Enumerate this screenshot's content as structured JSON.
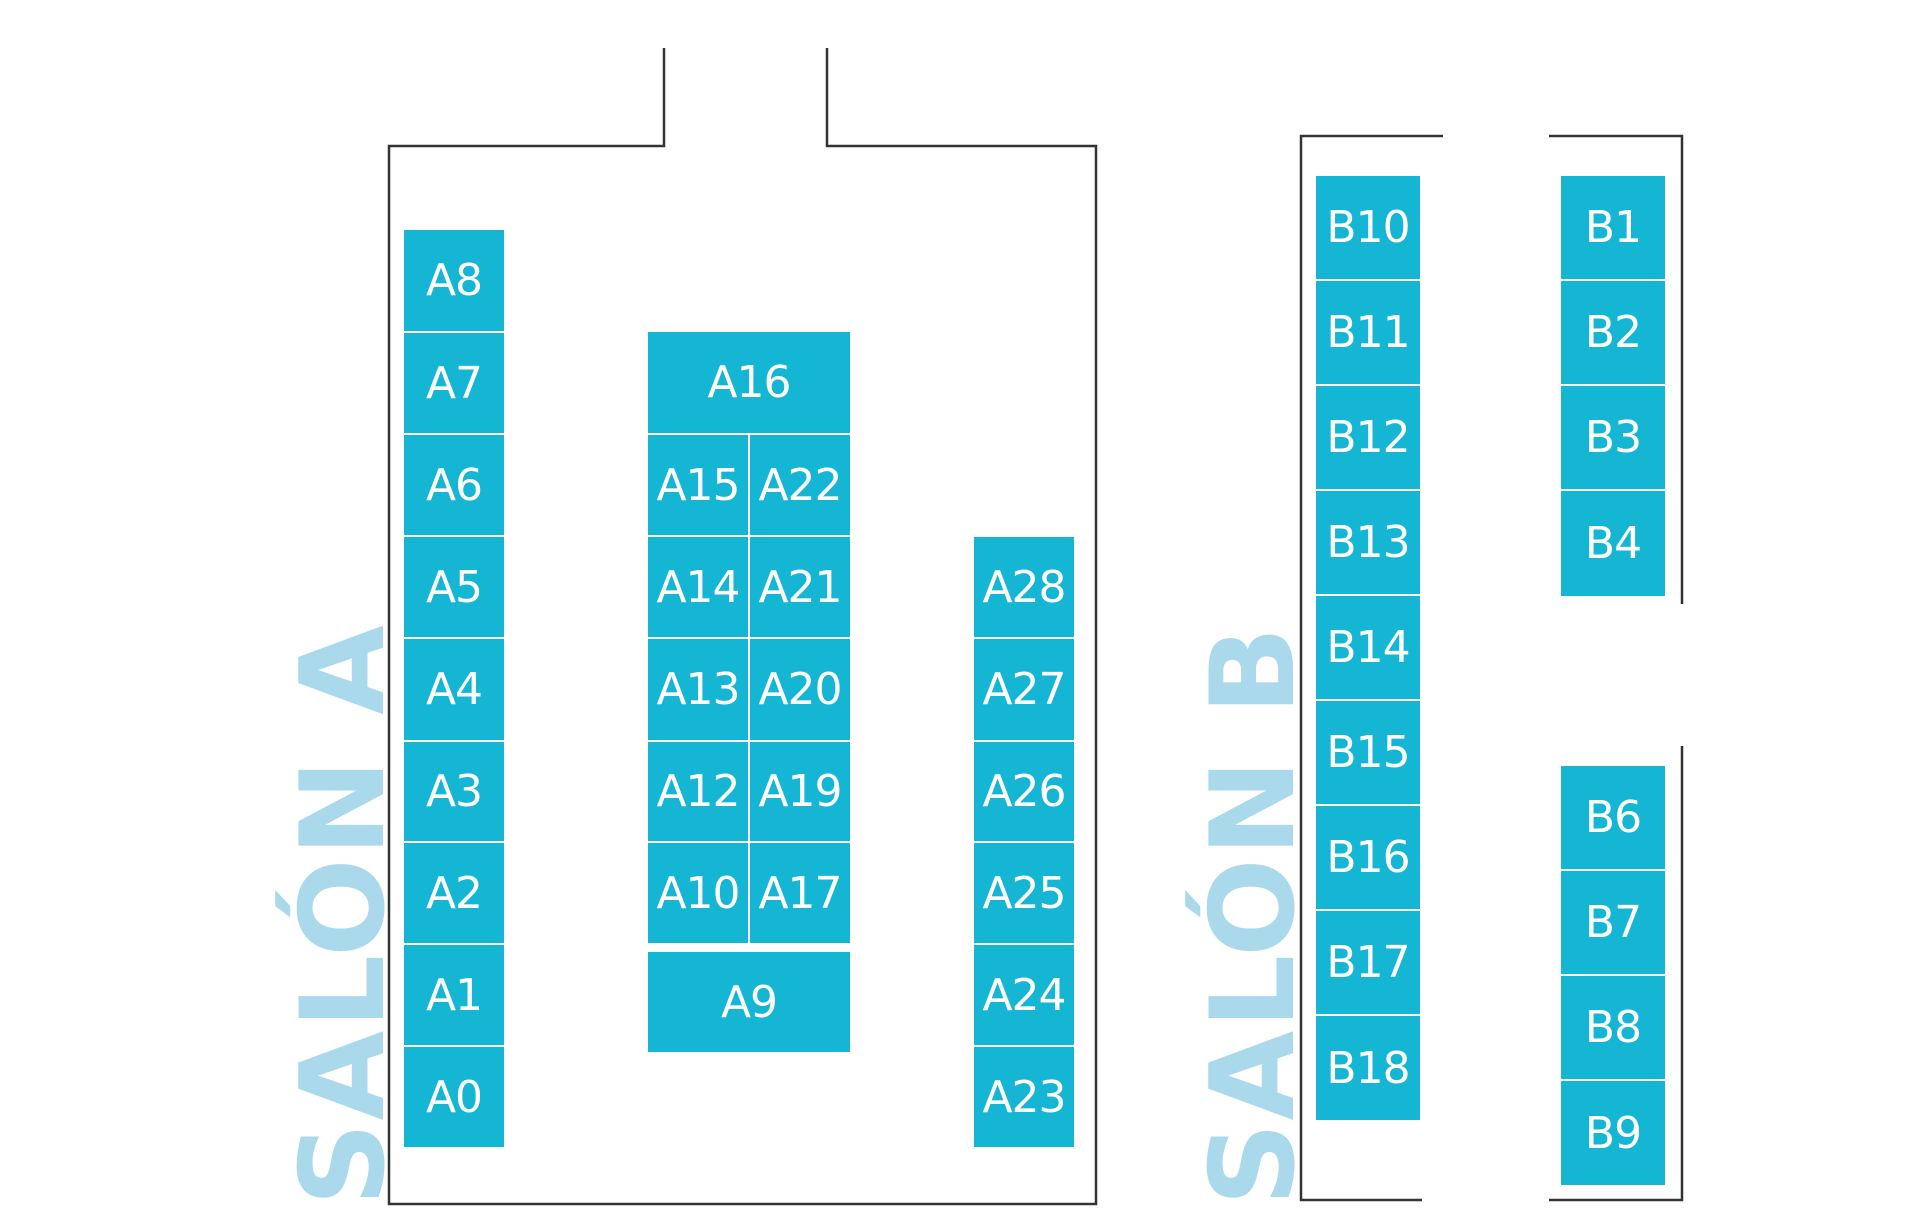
{
  "colors": {
    "booth": "#14b6d4",
    "booth_text": "#ffffff",
    "hall_label": "#a9d9ea",
    "wall": "#333333"
  },
  "halls": [
    {
      "id": "a",
      "label": "SALÓN A"
    },
    {
      "id": "b",
      "label": "SALÓN B"
    }
  ],
  "booths": {
    "a8": "A8",
    "a7": "A7",
    "a6": "A6",
    "a5": "A5",
    "a4": "A4",
    "a3": "A3",
    "a2": "A2",
    "a1": "A1",
    "a0": "A0",
    "a16": "A16",
    "a15": "A15",
    "a22": "A22",
    "a14": "A14",
    "a21": "A21",
    "a13": "A13",
    "a20": "A20",
    "a12": "A12",
    "a19": "A19",
    "a10": "A10",
    "a17": "A17",
    "a9": "A9",
    "a28": "A28",
    "a27": "A27",
    "a26": "A26",
    "a25": "A25",
    "a24": "A24",
    "a23": "A23",
    "b10": "B10",
    "b11": "B11",
    "b12": "B12",
    "b13": "B13",
    "b14": "B14",
    "b15": "B15",
    "b16": "B16",
    "b17": "B17",
    "b18": "B18",
    "b1": "B1",
    "b2": "B2",
    "b3": "B3",
    "b4": "B4",
    "b6": "B6",
    "b7": "B7",
    "b8": "B8",
    "b9": "B9"
  }
}
